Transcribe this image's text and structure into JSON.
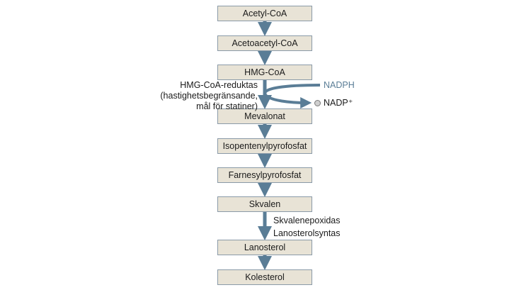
{
  "pathway": {
    "steps": [
      "Acetyl-CoA",
      "Acetoacetyl-CoA",
      "HMG-CoA",
      "Mevalonat",
      "Isopentenylpyrofosfat",
      "Farnesylpyrofosfat",
      "Skvalen",
      "Lanosterol",
      "Kolesterol"
    ],
    "enzyme_hmg": {
      "line1": "HMG-CoA-reduktas",
      "line2": "(hastighetsbegränsande,",
      "line3": "mål för statiner)"
    },
    "cofactor_in": "NADPH",
    "cofactor_out": "NADP⁺",
    "enzyme_skvalen": {
      "line1": "Skvalenepoxidas",
      "line2": "Lanosterolsyntas"
    }
  },
  "colors": {
    "box_fill": "#e8e3d6",
    "box_border": "#8a9aa8",
    "arrow": "#5a7d96",
    "cofactor_in_text": "#5a7d96"
  }
}
